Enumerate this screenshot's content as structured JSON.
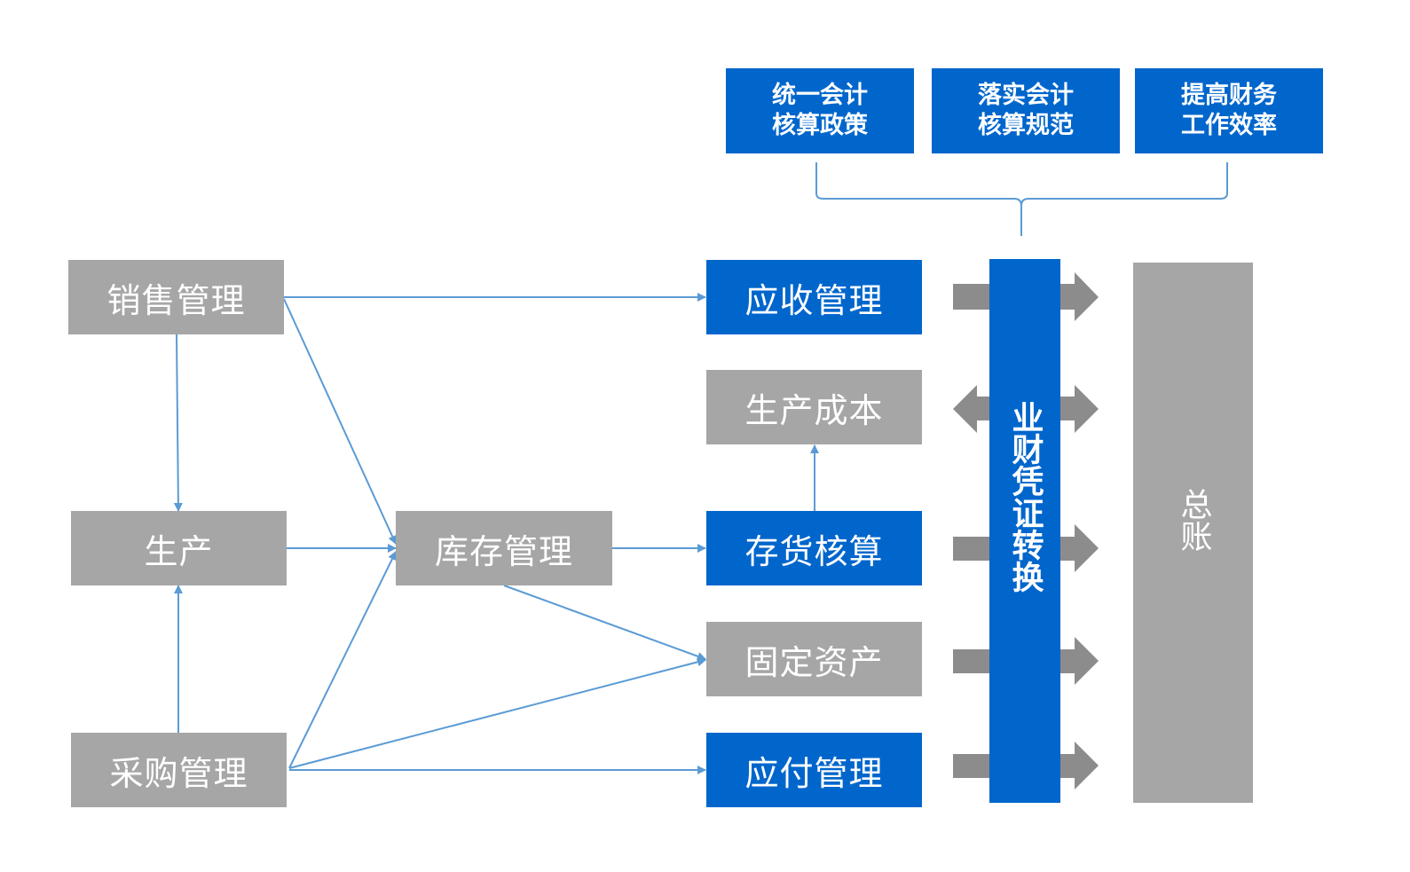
{
  "goals": [
    {
      "label": "统一会计\n核算政策"
    },
    {
      "label": "落实会计\n核算规范"
    },
    {
      "label": "提高财务\n工作效率"
    }
  ],
  "business_nodes": {
    "sales": "销售管理",
    "production": "生产",
    "purchase": "采购管理",
    "inventory": "库存管理"
  },
  "finance_nodes": {
    "receivables": "应收管理",
    "production_cost": "生产成本",
    "inventory_accounting": "存货核算",
    "fixed_assets": "固定资产",
    "payables": "应付管理"
  },
  "voucher_conversion": "业财凭证转换",
  "general_ledger": "总账",
  "colors": {
    "blue": "#0066cc",
    "gray": "#a6a6a6",
    "arrow_line": "#5b9bd5",
    "block_arrow": "#8c8c8c"
  }
}
